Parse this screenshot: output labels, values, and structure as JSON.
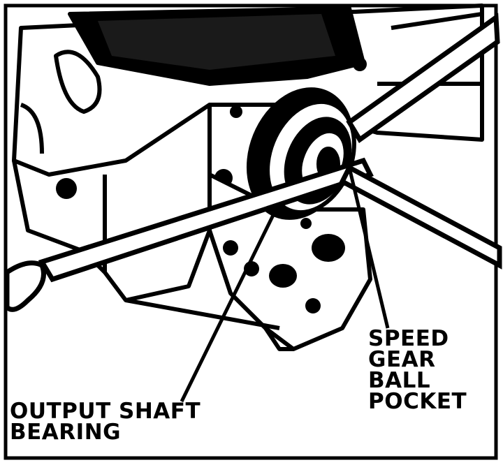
{
  "labels": {
    "speed_gear_ball_pocket": [
      "SPEED",
      "GEAR",
      "BALL",
      "POCKET"
    ],
    "output_shaft_bearing": [
      "OUTPUT SHAFT",
      "BEARING"
    ]
  },
  "colors": {
    "ink": "#000000",
    "paper": "#ffffff"
  }
}
